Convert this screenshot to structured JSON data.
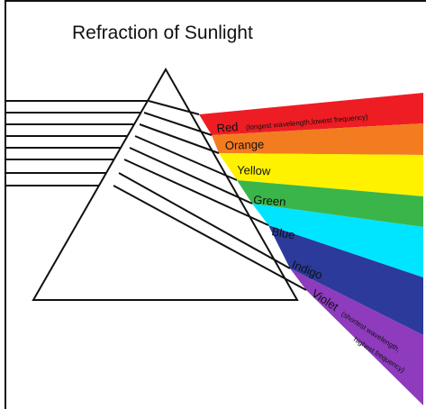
{
  "title": "Refraction of Sunlight",
  "colors": {
    "ray": "#111111",
    "prism_fill": "#ffffff",
    "prism_stroke": "#111111",
    "frame": "#111111"
  },
  "bands": [
    {
      "name": "Red",
      "note": "(longest wavelength,lowest frequency)",
      "color": "#ee1d23"
    },
    {
      "name": "Orange",
      "note": "",
      "color": "#f47c20"
    },
    {
      "name": "Yellow",
      "note": "",
      "color": "#fff200"
    },
    {
      "name": "Green",
      "note": "",
      "color": "#3ab54a"
    },
    {
      "name": "Blue",
      "note": "",
      "color": "#00e5ff"
    },
    {
      "name": "Indigo",
      "note": "",
      "color": "#2b3a9b"
    },
    {
      "name": "Violet",
      "note_line1": "(shortest wavelength,",
      "note_line2": "highest frequency)",
      "color": "#8e3bbd"
    }
  ]
}
